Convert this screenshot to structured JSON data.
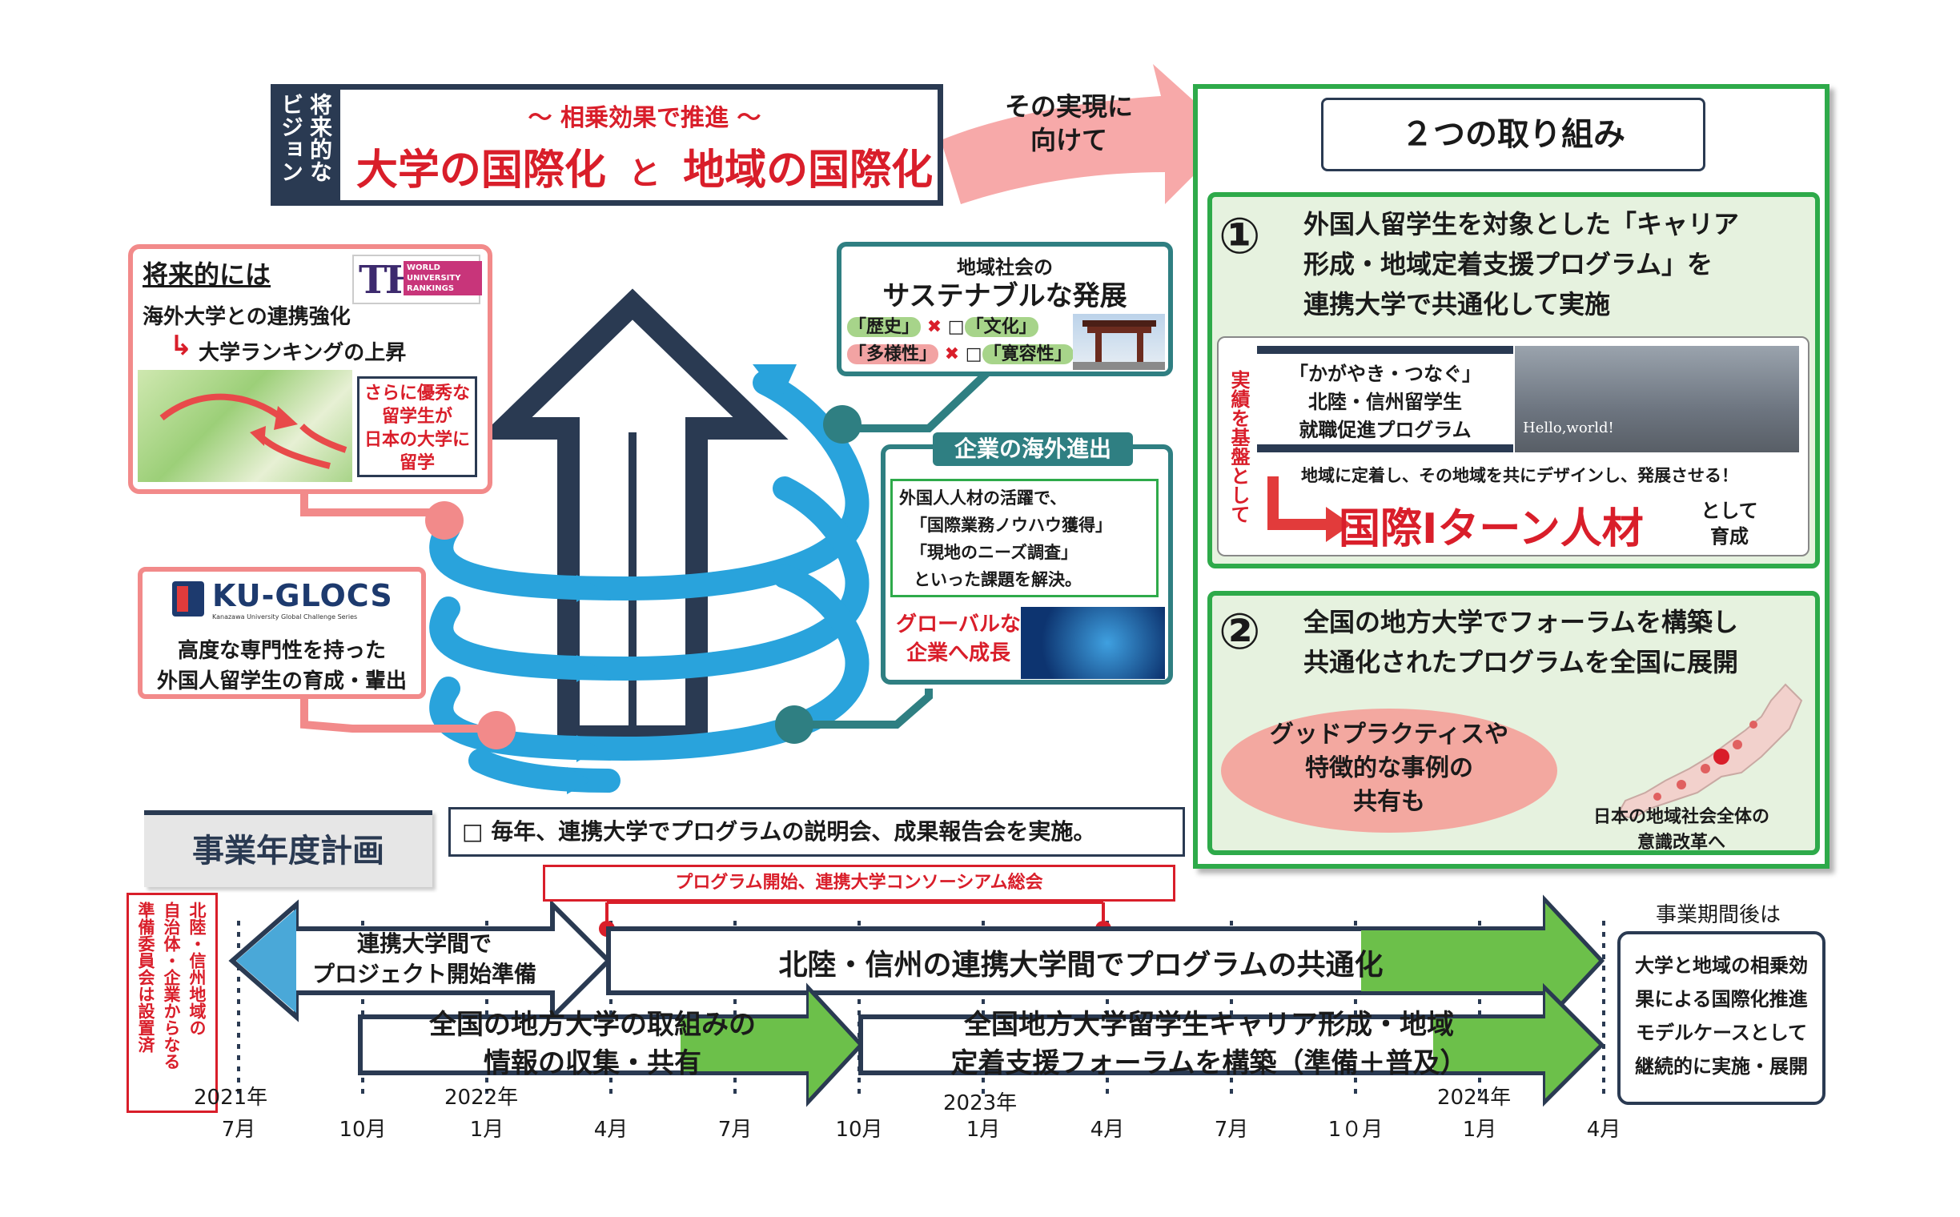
{
  "vision": {
    "side_label": "将来的なビジョン",
    "subtitle": "～ 相乗効果で推進 ～",
    "title_part1": "大学の国際化",
    "title_and": "と",
    "title_part2": "地域の国際化"
  },
  "realize_arrow": {
    "line1": "その実現に",
    "line2": "向けて"
  },
  "future_box": {
    "heading": "将来的には",
    "line1": "海外大学との連携強化",
    "line2": "大学ランキングの上昇",
    "callout": [
      "さらに優秀な",
      "留学生が",
      "日本の大学に",
      "留学"
    ],
    "logo": {
      "main": "THE",
      "sub": [
        "WORLD",
        "UNIVERSITY",
        "RANKINGS"
      ]
    }
  },
  "kuglocs_box": {
    "logo_main": "KU-GLOCS",
    "logo_sub": "Kanazawa University Global Challenge Series",
    "line1": "高度な専門性を持った",
    "line2": "外国人留学生の育成・輩出"
  },
  "sustain_box": {
    "line1": "地域社会の",
    "line2": "サステナブルな発展",
    "tag1": "「歴史」",
    "tag2": "「文化」",
    "tag3": "「多様性」",
    "tag4": "「寛容性」",
    "cross": "✖",
    "square": "□"
  },
  "overseas_box": {
    "title": "企業の海外進出",
    "lines": [
      "外国人人材の活躍で、",
      "「国際業務ノウハウ獲得」",
      "「現地のニーズ調査」",
      "といった課題を解決。"
    ],
    "growth1": "グローバルな",
    "growth2": "企業へ成長"
  },
  "initiatives": {
    "header": "２つの取り組み",
    "item1": {
      "num": "①",
      "lines": [
        "外国人留学生を対象とした「キャリア",
        "形成・地域定着支援プログラム」を",
        "連携大学で共通化して実施"
      ],
      "side_vertical": "実績を基盤として",
      "program_lines": [
        "「かがやき・つなぐ」",
        "北陸・信州留学生",
        "就職促進プログラム"
      ],
      "photo_caption": "Hello,world!",
      "desc": "地域に定着し、その地域を共にデザインし、発展させる！",
      "big": "国際Iターン人材",
      "suffix1": "として",
      "suffix2": "育成"
    },
    "item2": {
      "num": "②",
      "lines": [
        "全国の地方大学でフォーラムを構築し",
        "共通化されたプログラムを全国に展開"
      ],
      "bubble": [
        "グッドプラクティスや",
        "特徴的な事例の",
        "共有も"
      ],
      "map_caption1": "日本の地域社会全体の",
      "map_caption2": "意識改革へ"
    }
  },
  "plan": {
    "title": "事業年度計画",
    "annual_note": "毎年、連携大学でプログラムの説明会、成果報告会を実施。",
    "annual_bullet": "□",
    "start_note": "プログラム開始、連携大学コンソーシアム総会",
    "prep_vertical_1": "北陸・信州地域の",
    "prep_vertical_2": "自治体・企業からなる",
    "prep_vertical_3": "準備委員会は設置済",
    "arrow_prep": [
      "連携大学間で",
      "プロジェクト開始準備"
    ],
    "arrow_common": "北陸・信州の連携大学間でプログラムの共通化",
    "arrow_info": [
      "全国の地方大学の取組みの",
      "情報の収集・共有"
    ],
    "arrow_forum": [
      "全国地方大学留学生キャリア形成・地域",
      "定着支援フォーラムを構築（準備＋普及）"
    ],
    "after_label": "事業期間後は",
    "after_box": [
      "大学と地域の相乗効",
      "果による国際化推進",
      "モデルケースとして",
      "継続的に実施・展開"
    ],
    "years": [
      "2021年",
      "2022年",
      "2023年",
      "2024年"
    ],
    "months": [
      "7月",
      "10月",
      "1月",
      "4月",
      "7月",
      "10月",
      "1月",
      "4月",
      "7月",
      "1０月",
      "1月",
      "4月"
    ]
  },
  "colors": {
    "red": "#d91e2a",
    "navy": "#2a3a52",
    "green": "#2eaa4a",
    "light_green": "#e6f2df",
    "swirl_blue": "#29a3dc",
    "teal": "#2f7f82",
    "pink": "#f28a8a",
    "salmon": "#f3a8a0"
  }
}
